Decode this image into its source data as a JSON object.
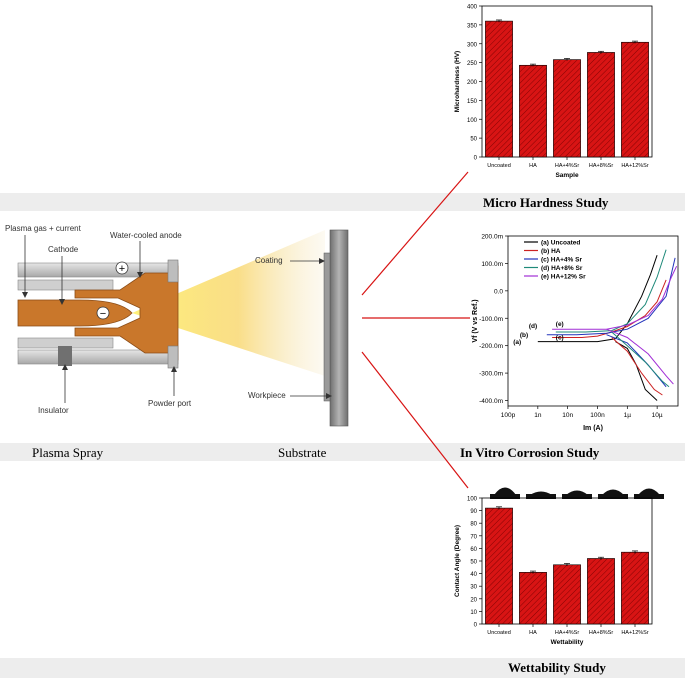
{
  "captions": {
    "micro": "Micro Hardness Study",
    "corrosion": "In Vitro Corrosion Study",
    "plasma": "Plasma Spray",
    "substrate": "Substrate",
    "wettability": "Wettability Study"
  },
  "spray_labels": {
    "plasma_gas": "Plasma gas + current",
    "cathode": "Cathode",
    "anode": "Water-cooled anode",
    "insulator": "Insulator",
    "powder_port": "Powder port",
    "coating": "Coating",
    "workpiece": "Workpiece",
    "plus": "+",
    "minus": "−"
  },
  "colors": {
    "bar_fill": "#d81414",
    "connector": "#d81414",
    "copper": "#c9772b",
    "grey_band": "#ededed"
  },
  "chart_data": [
    {
      "type": "bar",
      "categories": [
        "Uncoated",
        "HA",
        "HA+4%Sr",
        "HA+8%Sr",
        "HA+12%Sr"
      ],
      "values": [
        360,
        243,
        258,
        277,
        304
      ],
      "errors": [
        3,
        3,
        3,
        3,
        3
      ],
      "xlabel": "Sample",
      "ylabel": "Microhardness (HV)",
      "ylim": [
        0,
        400
      ],
      "yticks": [
        0,
        50,
        100,
        150,
        200,
        250,
        300,
        350,
        400
      ]
    },
    {
      "type": "line",
      "xlabel": "Im (A)",
      "ylabel": "Vf (V vs Ref.)",
      "x_scale": "log",
      "xlim": [
        1e-10,
        5e-05
      ],
      "ylim": [
        -0.42,
        0.2
      ],
      "xtick_labels": [
        "100p",
        "1n",
        "10n",
        "100n",
        "1µ",
        "10µ"
      ],
      "ytick_labels": [
        "200.0m",
        "100.0m",
        "0.0",
        "-100.0m",
        "-200.0m",
        "-300.0m",
        "-400.0m"
      ],
      "curve_labels": [
        "(a)",
        "(b)",
        "(c)",
        "(d)",
        "(e)"
      ],
      "legend": "top-left",
      "series": [
        {
          "name": "(a) Uncoated",
          "color": "#000000",
          "x": [
            1e-09,
            1e-08,
            1e-07,
            4e-07,
            1e-06,
            3e-06,
            6e-06,
            1e-05
          ],
          "y": [
            -0.185,
            -0.185,
            -0.185,
            -0.175,
            -0.12,
            -0.02,
            0.06,
            0.13
          ],
          "x2": [
            4e-07,
            1e-06,
            2e-06,
            4e-06,
            1e-05
          ],
          "y2": [
            -0.185,
            -0.21,
            -0.27,
            -0.36,
            -0.4
          ]
        },
        {
          "name": "(b) HA",
          "color": "#cc2222",
          "x": [
            3e-09,
            3e-08,
            1e-07,
            3e-07,
            1e-06,
            4e-06,
            1e-05,
            2e-05
          ],
          "y": [
            -0.17,
            -0.17,
            -0.165,
            -0.15,
            -0.13,
            -0.09,
            -0.04,
            0.04
          ],
          "x2": [
            3e-07,
            1e-06,
            3e-06,
            8e-06,
            1.5e-05
          ],
          "y2": [
            -0.17,
            -0.22,
            -0.3,
            -0.36,
            -0.38
          ]
        },
        {
          "name": "(c) HA+4% Sr",
          "color": "#2233bb",
          "x": [
            2e-09,
            2e-08,
            2e-07,
            1e-06,
            5e-06,
            2e-05,
            4e-05
          ],
          "y": [
            -0.16,
            -0.16,
            -0.155,
            -0.14,
            -0.1,
            -0.02,
            0.12
          ],
          "x2": [
            2e-07,
            1e-06,
            5e-06,
            2e-05
          ],
          "y2": [
            -0.16,
            -0.19,
            -0.27,
            -0.35
          ]
        },
        {
          "name": "(d) HA+8% Sr",
          "color": "#1f8a7a",
          "x": [
            4e-09,
            4e-08,
            3e-07,
            1e-06,
            4e-06,
            1e-05,
            2e-05
          ],
          "y": [
            -0.15,
            -0.15,
            -0.145,
            -0.12,
            -0.05,
            0.05,
            0.15
          ],
          "x2": [
            3e-07,
            1e-06,
            4e-06,
            1.5e-05,
            2.5e-05
          ],
          "y2": [
            -0.15,
            -0.2,
            -0.26,
            -0.33,
            -0.35
          ]
        },
        {
          "name": "(e) HA+12% Sr",
          "color": "#a12fd6",
          "x": [
            3e-09,
            3e-08,
            2e-07,
            1e-06,
            5e-06,
            1.5e-05,
            3e-05,
            4.5e-05
          ],
          "y": [
            -0.14,
            -0.14,
            -0.14,
            -0.125,
            -0.09,
            -0.03,
            0.05,
            0.09
          ],
          "x2": [
            2e-07,
            1e-06,
            5e-06,
            2e-05,
            3.5e-05
          ],
          "y2": [
            -0.14,
            -0.17,
            -0.23,
            -0.31,
            -0.34
          ]
        }
      ]
    },
    {
      "type": "bar",
      "categories": [
        "Uncoated",
        "HA",
        "HA+4%Sr",
        "HA+8%Sr",
        "HA+12%Sr"
      ],
      "values": [
        92,
        41,
        47,
        52,
        57
      ],
      "errors": [
        1,
        1,
        1,
        1,
        1
      ],
      "xlabel": "Wettability",
      "ylabel": "Contact Angle (Degree)",
      "ylim": [
        0,
        100
      ],
      "yticks": [
        0,
        10,
        20,
        30,
        40,
        50,
        60,
        70,
        80,
        90,
        100
      ]
    }
  ]
}
